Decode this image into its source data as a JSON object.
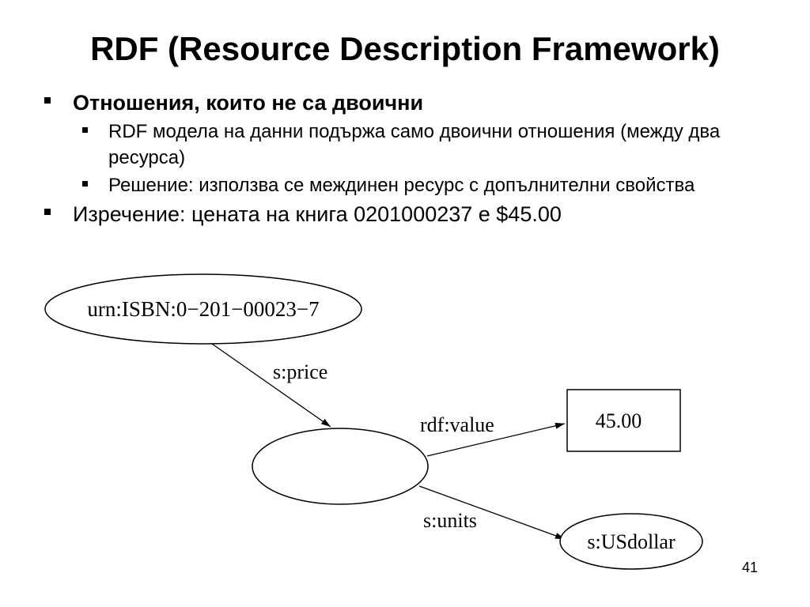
{
  "slide": {
    "title": "RDF (Resource Description Framework)",
    "number": "41"
  },
  "bullets": [
    {
      "text": "Отношения, които не са двоични",
      "sub": [
        "RDF модела на данни подържа само двоични отношения (между два ресурса)",
        "Решение: използва се междинен ресурс с допълнителни свойства"
      ]
    },
    {
      "text": "Изречение: цената на книга 0201000237 е $45.00",
      "sub": []
    }
  ],
  "diagram": {
    "nodes": {
      "book": "urn:ISBN:0−201−00023−7",
      "blank": "",
      "value": "45.00",
      "units": "s:USdollar"
    },
    "edges": {
      "price": "s:price",
      "rdf_value": "rdf:value",
      "units": "s:units"
    }
  }
}
